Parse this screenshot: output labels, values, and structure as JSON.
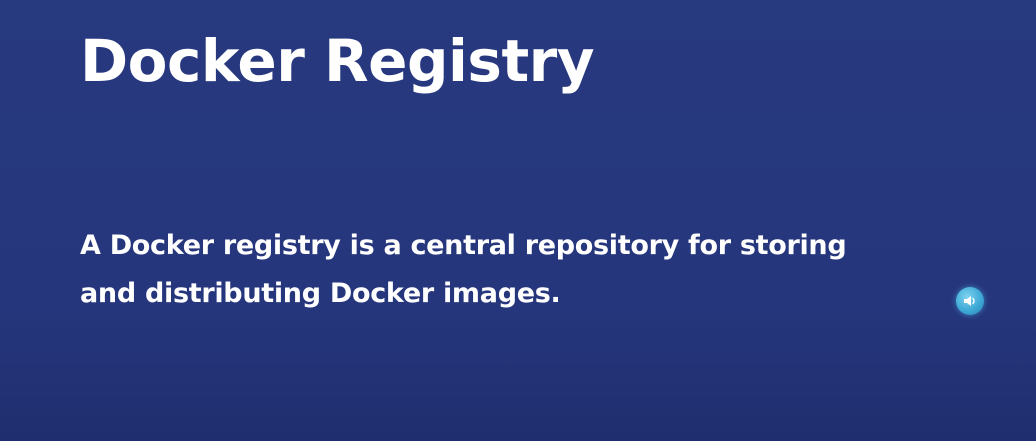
{
  "slide": {
    "title": "Docker Registry",
    "body_lines": [
      "A Docker registry is a central repository for storing",
      "and distributing Docker images."
    ]
  },
  "audio_button": {
    "icon": "speaker-icon"
  },
  "colors": {
    "background": "#27397f",
    "text": "#ffffff",
    "audio_button": "#3ea9d6"
  }
}
